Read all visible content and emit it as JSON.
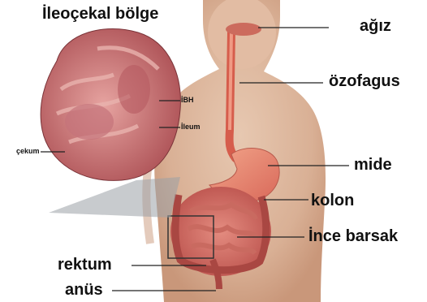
{
  "diagram": {
    "title": "İleoçekal bölge",
    "labels": {
      "mouth": "ağız",
      "esophagus": "özofagus",
      "stomach": "mide",
      "colon": "kolon",
      "small_intestine": "İnce barsak",
      "rectum": "rektum",
      "anus": "anüs"
    },
    "inset_labels": {
      "ibh": "İBH",
      "ileum": "İleum",
      "cecum": "çekum"
    }
  }
}
